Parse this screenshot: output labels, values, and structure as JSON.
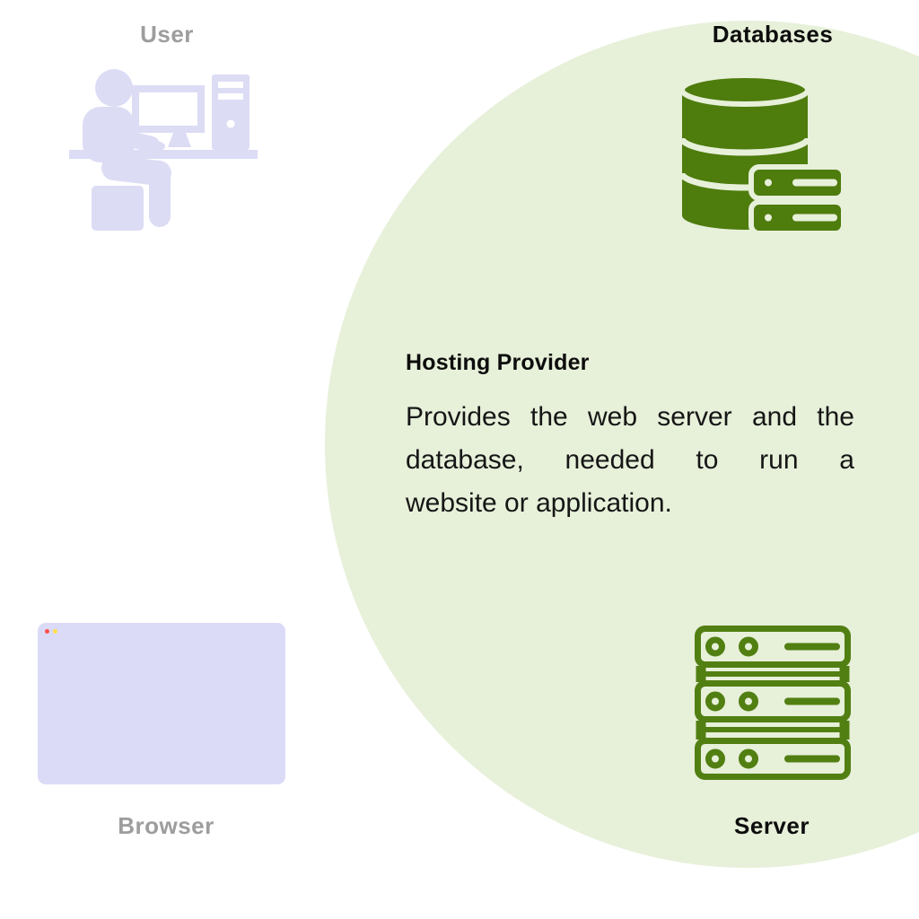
{
  "diagram": {
    "labels": {
      "user": "User",
      "databases": "Databases",
      "browser": "Browser",
      "server": "Server"
    },
    "hosting": {
      "title": "Hosting Provider",
      "description": "Provides the web server and the database, needed to run a website or application.",
      "description_lines": [
        "Provides the web server and the",
        "database, needed to run a",
        "website or application."
      ]
    }
  },
  "icons": {
    "user": "person-at-desk-icon",
    "databases": "database-stack-icon",
    "browser": "browser-window-icon",
    "browser_controls": [
      "window-dot-red-icon",
      "window-dot-yellow-icon"
    ],
    "server": "server-rack-icon"
  },
  "colors": {
    "background": "#ffffff",
    "circle_bg": "#e7f0d9",
    "icon_green": "#4e7c0d",
    "server_green": "#527f12",
    "lavender": "#dcdcf5",
    "browser_fill": "#dbdbf8",
    "label_gray": "#9d9d9d",
    "label_black": "#0d0d0d",
    "body_text": "#161616",
    "dot_red": "#ff4f4a",
    "dot_yellow": "#ffe04a"
  }
}
